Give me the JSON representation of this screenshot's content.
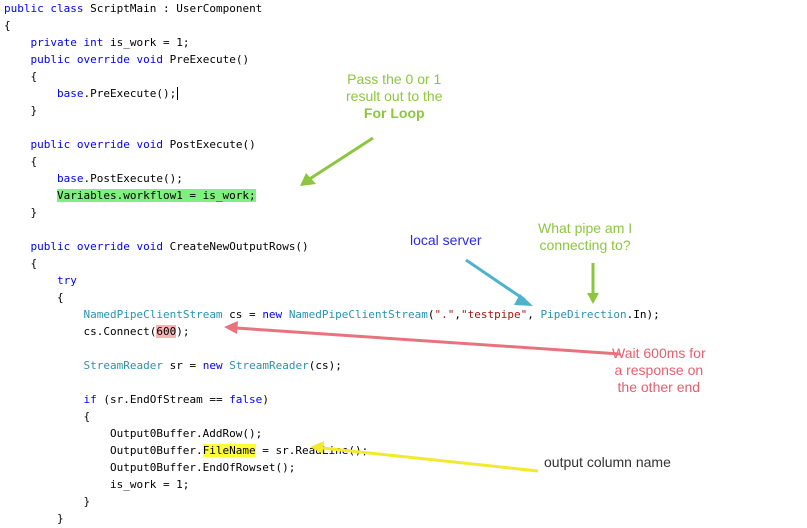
{
  "code_lines": [
    [
      {
        "t": "public",
        "c": "kw"
      },
      {
        "t": " "
      },
      {
        "t": "class",
        "c": "kw"
      },
      {
        "t": " ScriptMain : UserComponent"
      }
    ],
    [
      {
        "t": "{"
      }
    ],
    [
      {
        "t": "    "
      },
      {
        "t": "private",
        "c": "kw"
      },
      {
        "t": " "
      },
      {
        "t": "int",
        "c": "kw"
      },
      {
        "t": " is_work = 1;"
      }
    ],
    [
      {
        "t": "    "
      },
      {
        "t": "public",
        "c": "kw"
      },
      {
        "t": " "
      },
      {
        "t": "override",
        "c": "kw"
      },
      {
        "t": " "
      },
      {
        "t": "void",
        "c": "kw"
      },
      {
        "t": " PreExecute()"
      }
    ],
    [
      {
        "t": "    {"
      }
    ],
    [
      {
        "t": "        "
      },
      {
        "t": "base",
        "c": "kw"
      },
      {
        "t": ".PreExecute();"
      },
      {
        "t": "",
        "c": "caret"
      }
    ],
    [
      {
        "t": "    }"
      }
    ],
    [
      {
        "t": ""
      }
    ],
    [
      {
        "t": "    "
      },
      {
        "t": "public",
        "c": "kw"
      },
      {
        "t": " "
      },
      {
        "t": "override",
        "c": "kw"
      },
      {
        "t": " "
      },
      {
        "t": "void",
        "c": "kw"
      },
      {
        "t": " PostExecute()"
      }
    ],
    [
      {
        "t": "    {"
      }
    ],
    [
      {
        "t": "        "
      },
      {
        "t": "base",
        "c": "kw"
      },
      {
        "t": ".PostExecute();"
      }
    ],
    [
      {
        "t": "        "
      },
      {
        "t": "Variables.workflow1 = is_work;",
        "c": "hl-green"
      }
    ],
    [
      {
        "t": "    }"
      }
    ],
    [
      {
        "t": ""
      }
    ],
    [
      {
        "t": "    "
      },
      {
        "t": "public",
        "c": "kw"
      },
      {
        "t": " "
      },
      {
        "t": "override",
        "c": "kw"
      },
      {
        "t": " "
      },
      {
        "t": "void",
        "c": "kw"
      },
      {
        "t": " CreateNewOutputRows()"
      }
    ],
    [
      {
        "t": "    {"
      }
    ],
    [
      {
        "t": "        "
      },
      {
        "t": "try",
        "c": "kw"
      }
    ],
    [
      {
        "t": "        {"
      }
    ],
    [
      {
        "t": "            "
      },
      {
        "t": "NamedPipeClientStream",
        "c": "ty"
      },
      {
        "t": " cs = "
      },
      {
        "t": "new",
        "c": "kw"
      },
      {
        "t": " "
      },
      {
        "t": "NamedPipeClientStream",
        "c": "ty"
      },
      {
        "t": "("
      },
      {
        "t": "\".\"",
        "c": "st"
      },
      {
        "t": ","
      },
      {
        "t": "\"testpipe\"",
        "c": "st"
      },
      {
        "t": ", "
      },
      {
        "t": "PipeDirection",
        "c": "ty"
      },
      {
        "t": ".In);"
      }
    ],
    [
      {
        "t": "            cs.Connect("
      },
      {
        "t": "600",
        "c": "hl-red"
      },
      {
        "t": ");"
      }
    ],
    [
      {
        "t": ""
      }
    ],
    [
      {
        "t": "            "
      },
      {
        "t": "StreamReader",
        "c": "ty"
      },
      {
        "t": " sr = "
      },
      {
        "t": "new",
        "c": "kw"
      },
      {
        "t": " "
      },
      {
        "t": "StreamReader",
        "c": "ty"
      },
      {
        "t": "(cs);"
      }
    ],
    [
      {
        "t": ""
      }
    ],
    [
      {
        "t": "            "
      },
      {
        "t": "if",
        "c": "kw"
      },
      {
        "t": " (sr.EndOfStream == "
      },
      {
        "t": "false",
        "c": "kw"
      },
      {
        "t": ")"
      }
    ],
    [
      {
        "t": "            {"
      }
    ],
    [
      {
        "t": "                Output0Buffer.AddRow();"
      }
    ],
    [
      {
        "t": "                Output0Buffer."
      },
      {
        "t": "FileName",
        "c": "hl-yellow"
      },
      {
        "t": " = sr.ReadLine();"
      }
    ],
    [
      {
        "t": "                Output0Buffer.EndOfRowset();"
      }
    ],
    [
      {
        "t": "                is_work = 1;"
      }
    ],
    [
      {
        "t": "            }"
      }
    ],
    [
      {
        "t": "        }"
      }
    ]
  ],
  "annotations": {
    "pass_result": {
      "line1": "Pass the 0 or 1",
      "line2": "result out to the",
      "line3": "For Loop",
      "color": "#8cc63f"
    },
    "local_server": {
      "text": "local server",
      "color": "#2b2bdd"
    },
    "pipe_question": {
      "line1": "What pipe am I",
      "line2": "connecting to?",
      "color": "#8cc63f"
    },
    "wait": {
      "line1": "Wait 600ms for",
      "line2": "a response on",
      "line3": "the other end",
      "color": "#e65f6e"
    },
    "output_col": {
      "text": "output column name",
      "color": "#333333"
    }
  },
  "arrow_colors": {
    "green": "#8cc63f",
    "blue": "#4db3cc",
    "red": "#e8737f",
    "yellow": "#f2ea2e"
  }
}
